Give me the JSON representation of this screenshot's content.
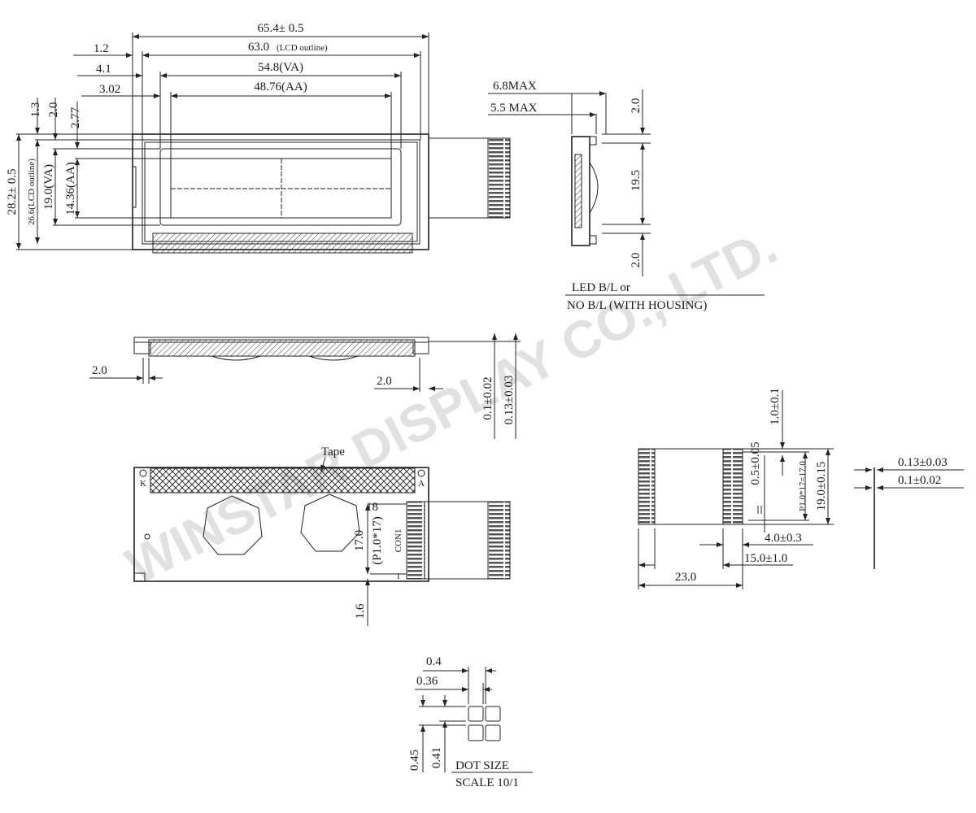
{
  "watermark": "WINSTAR DISPLAY CO., LTD.",
  "front_view": {
    "overall_width": "65.4± 0.5",
    "lcd_outline_width": "63.0",
    "lcd_outline_suffix": "(LCD outline)",
    "va_width": "54.8(VA)",
    "aa_width": "48.76(AA)",
    "offset_1": "1.2",
    "offset_2": "4.1",
    "offset_3": "3.02",
    "top_1": "1.3",
    "top_2": "2.0",
    "top_3": "2.77",
    "overall_height": "28.2± 0.5",
    "lcd_outline_height": "26.6(LCD outline)",
    "va_height": "19.0(VA)",
    "aa_height": "14.36(AA)"
  },
  "side_view": {
    "max_1": "6.8MAX",
    "max_2": "5.5 MAX",
    "top": "2.0",
    "middle": "19.5",
    "bottom": "2.0",
    "note_line1": "LED B/L or",
    "note_line2": "NO B/L (WITH HOUSING)"
  },
  "bottom_view": {
    "left": "2.0",
    "right": "2.0",
    "thickness_1": "0.1±0.02",
    "thickness_2": "0.13±0.03"
  },
  "back_view": {
    "tape": "Tape",
    "pin_18": "18",
    "pin_1": "1",
    "pitch_total": "17.0",
    "pitch": "(P1.0*17)",
    "connector": "CON1",
    "offset": "1.6",
    "anode": "A",
    "cathode": "K"
  },
  "fpc_detail": {
    "top": "1.0±0.1",
    "pad_width": "0.5±0.05",
    "pitch": "P1.0*17=17.0",
    "width": "19.0±0.15",
    "contact_len": "4.0±0.3",
    "stiffener": "15.0±1.0",
    "length": "23.0",
    "thick_1": "0.13±0.03",
    "thick_2": "0.1±0.02"
  },
  "dot_size": {
    "pitch_x": "0.4",
    "dot_x": "0.36",
    "pitch_y": "0.45",
    "dot_y": "0.41",
    "title": "DOT SIZE",
    "scale": "SCALE 10/1"
  }
}
